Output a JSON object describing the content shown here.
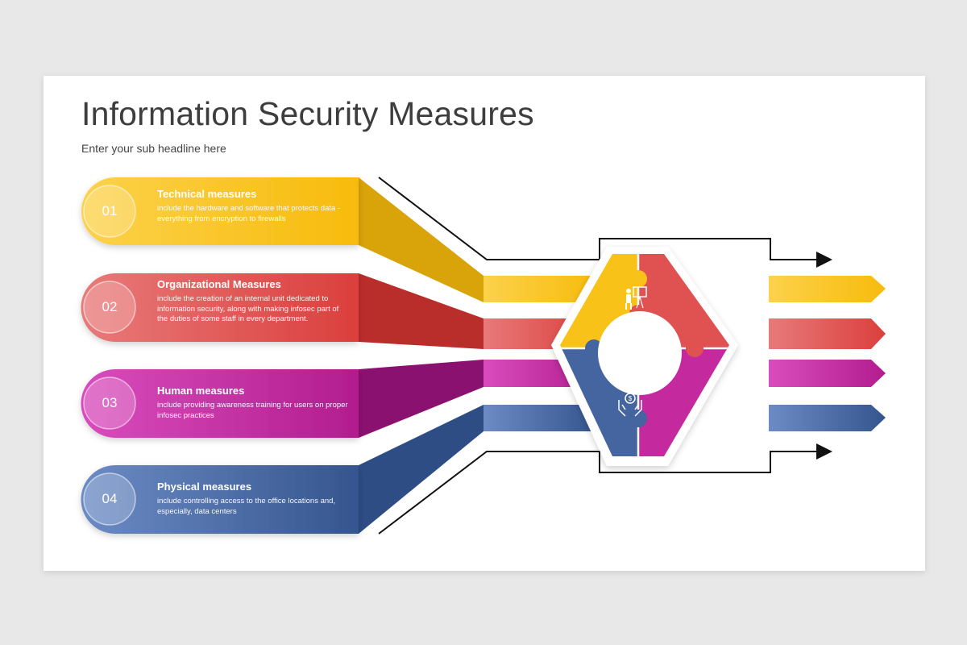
{
  "header": {
    "title": "Information Security Measures",
    "subtitle": "Enter your sub headline here"
  },
  "colors": {
    "yellow": "#f8c218",
    "red": "#e05252",
    "magenta": "#c42a9e",
    "blue": "#44659f"
  },
  "items": [
    {
      "number": "01",
      "title": "Technical measures",
      "description": "include the hardware and software that protects data - everything from encryption to firewalls",
      "color": "yellow",
      "icon": "presenter-board-icon"
    },
    {
      "number": "02",
      "title": "Organizational Measures",
      "description": "include the creation of an internal unit dedicated to information security, along with making infosec part of the duties of some staff in every department.",
      "color": "red",
      "icon": "team-presentation-icon"
    },
    {
      "number": "03",
      "title": "Human measures",
      "description": "include providing awareness training for users on proper infosec practices",
      "color": "magenta",
      "icon": "businessman-clock-icon"
    },
    {
      "number": "04",
      "title": "Physical measures",
      "description": "include controlling access to the office locations and, especially, data centers",
      "color": "blue",
      "icon": "hands-money-icon"
    }
  ]
}
